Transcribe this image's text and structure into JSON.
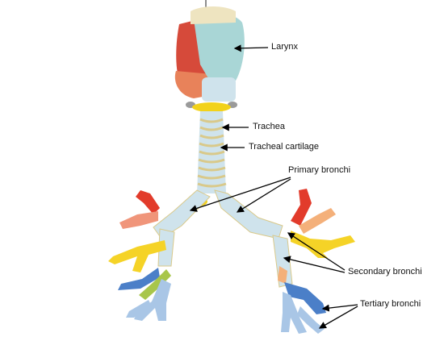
{
  "labels": {
    "larynx": "Larynx",
    "trachea": "Trachea",
    "tracheal_cartilage": "Tracheal cartilage",
    "primary_bronchi": "Primary bronchi",
    "secondary_bronchi": "Secondary bronchi",
    "tertiary_bronchi": "Tertiary bronchi"
  },
  "colors": {
    "background": "#ffffff",
    "airway": "#cfe3ec",
    "cartilage_ring": "#e9ddb0",
    "larynx_teal": "#a9d6d6",
    "thyroid_red": "#d64a3a",
    "thyroid_orange": "#e8825a",
    "yellow_ring": "#f2d21a",
    "red_branch": "#e23b2b",
    "salmon_branch": "#f0957a",
    "orange_branch": "#f4b07a",
    "yellow_branch": "#f5d327",
    "blue_branch": "#4b7fc8",
    "green_branch": "#a8c64a",
    "light_blue_branch": "#a9c6e6",
    "arrow": "#000000"
  }
}
